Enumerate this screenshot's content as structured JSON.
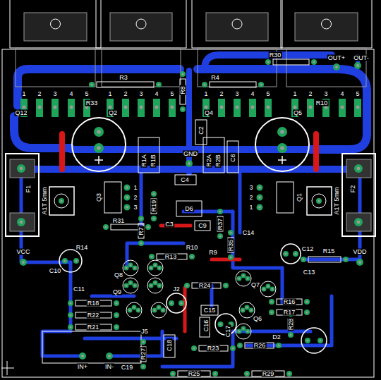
{
  "diagram": {
    "labels": [
      "R30",
      "OUT+",
      "OUT-",
      "R3",
      "R33",
      "R8",
      "R4",
      "R10",
      "1",
      "2",
      "3",
      "4",
      "5",
      "Q12",
      "1",
      "2",
      "3",
      "4",
      "5",
      "Q2",
      "1",
      "2",
      "3",
      "4",
      "5",
      "Q4",
      "1",
      "2",
      "3",
      "4",
      "5",
      "Q5",
      "C2",
      "R1A",
      "R1B",
      "R2A",
      "R2B",
      "C6",
      "GND",
      "C4",
      "F1",
      "F2",
      "Q3",
      "Q1",
      "1",
      "2",
      "3",
      "3",
      "2",
      "1",
      "A1T 5mm",
      "A1T 5mm",
      "R19",
      "D6",
      "C9",
      "R37",
      "R31",
      "R7",
      "C3",
      "R35",
      "C14",
      "R14",
      "C10",
      "VCC",
      "VDD",
      "C12",
      "R15",
      "C13",
      "R13",
      "R10",
      "R9",
      "Q8",
      "Q9",
      "C11",
      "R18",
      "R22",
      "R21",
      "J2",
      "R24",
      "Q7",
      "R16",
      "R17",
      "R28",
      "C15",
      "C16",
      "Q6",
      "C17",
      "D2",
      "R26",
      "R23",
      "R25",
      "R29",
      "J5",
      "R27",
      "C18",
      "C19",
      "IN+",
      "IN-"
    ]
  }
}
